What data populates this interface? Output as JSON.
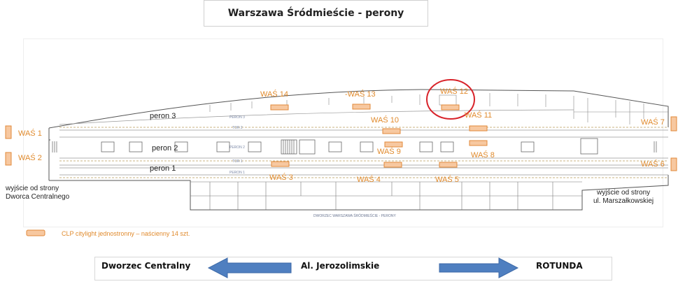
{
  "title": "Warszawa Śródmieście - perony",
  "platforms": {
    "peron3": "peron 3",
    "peron2": "peron 2",
    "peron1": "peron 1"
  },
  "plan_labels": {
    "peron3_small": "PERON 3",
    "peron2_small": "PERON 2",
    "peron1_small": "PERON 1",
    "tor2": "TOR 2",
    "tor1": "TOR 1",
    "caption": "DWORZEC WARSZAWA ŚRÓDMIEŚCIE - PERONY"
  },
  "was_labels": {
    "was1": "WAŚ 1",
    "was2": "WAŚ 2",
    "was3": "WAŚ 3",
    "was4": "WAŚ 4",
    "was5": "WAŚ 5",
    "was6": "WAŚ 6",
    "was7": "WAŚ 7",
    "was8": "WAŚ 8",
    "was9": "WAŚ 9",
    "was10": "WAŚ 10",
    "was11": "WAŚ 11",
    "was12": "WAŚ 12",
    "was13": "-WAŚ 13",
    "was14": "WAŚ 14"
  },
  "exits": {
    "left_line1": "wyjście od strony",
    "left_line2": "Dworca Centralnego",
    "right_line1": "wyjście od strony",
    "right_line2": "ul. Marszałkowskiej"
  },
  "legend": {
    "text": "CLP citylight jednostronny – naścienny 14 szt."
  },
  "navigation": {
    "left": "Dworzec Centralny",
    "center": "Al. Jerozolimskie",
    "right": "ROTUNDA"
  },
  "colors": {
    "marker_fill": "#f7c8a0",
    "marker_stroke": "#e0893a",
    "label_orange": "#e08a2c",
    "arrow_blue": "#4f7fc0",
    "highlight_red": "#d8232a"
  }
}
